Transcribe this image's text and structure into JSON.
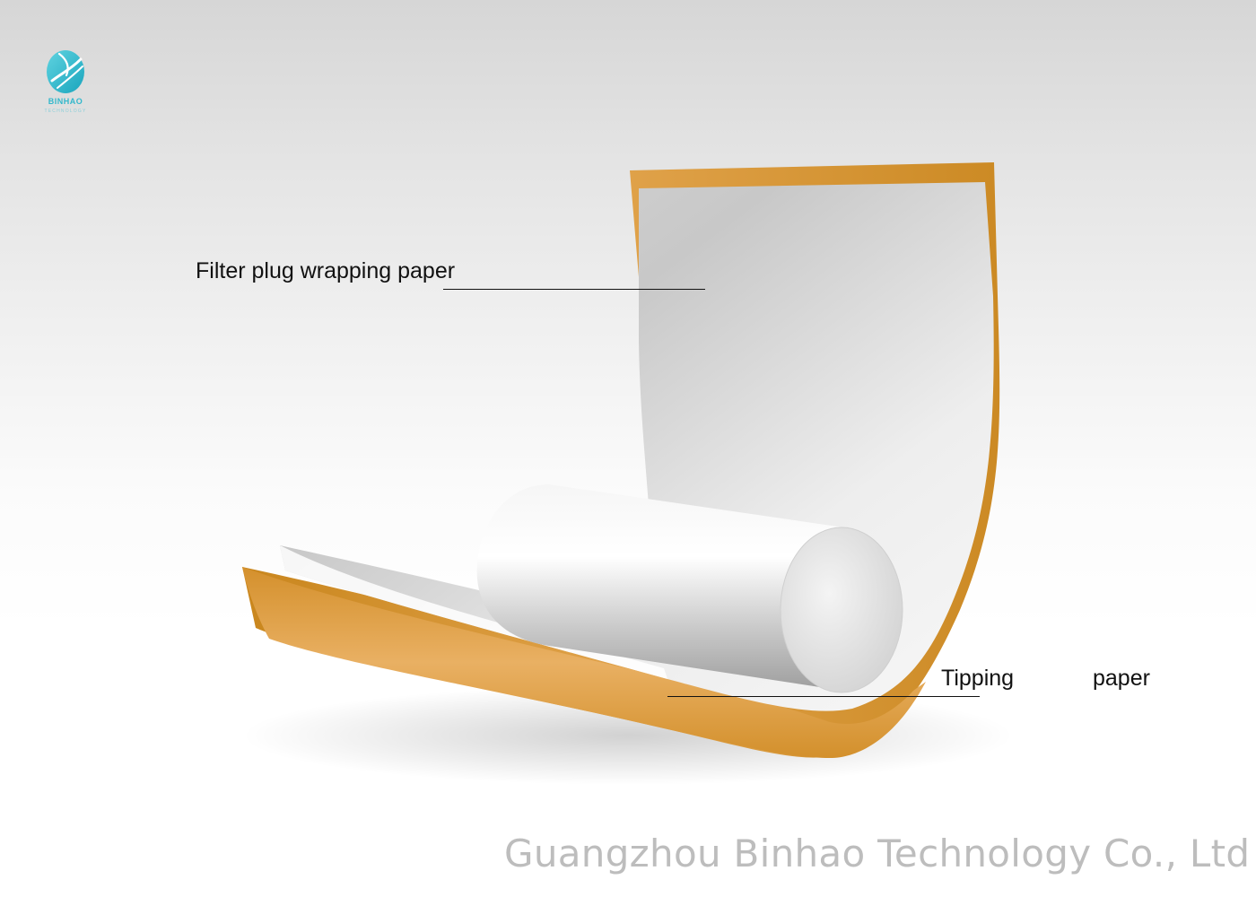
{
  "logo": {
    "icon": "binhao-globe-logo",
    "brand": "BINHAO",
    "tagline": "TECHNOLOGY",
    "color": "#32b8cc"
  },
  "labels": {
    "filter_plug": "Filter plug wrapping paper",
    "tipping_part1": "Tipping",
    "tipping_part2": "paper"
  },
  "footer": {
    "company": "Guangzhou Binhao Technology Co., Ltd"
  },
  "colors": {
    "tipping_orange": "#e3a64c",
    "tipping_orange_dark": "#c9861d",
    "wrapping_white": "#f4f4f4",
    "leader_line": "#111111",
    "footer_text": "#bdbdbd"
  }
}
